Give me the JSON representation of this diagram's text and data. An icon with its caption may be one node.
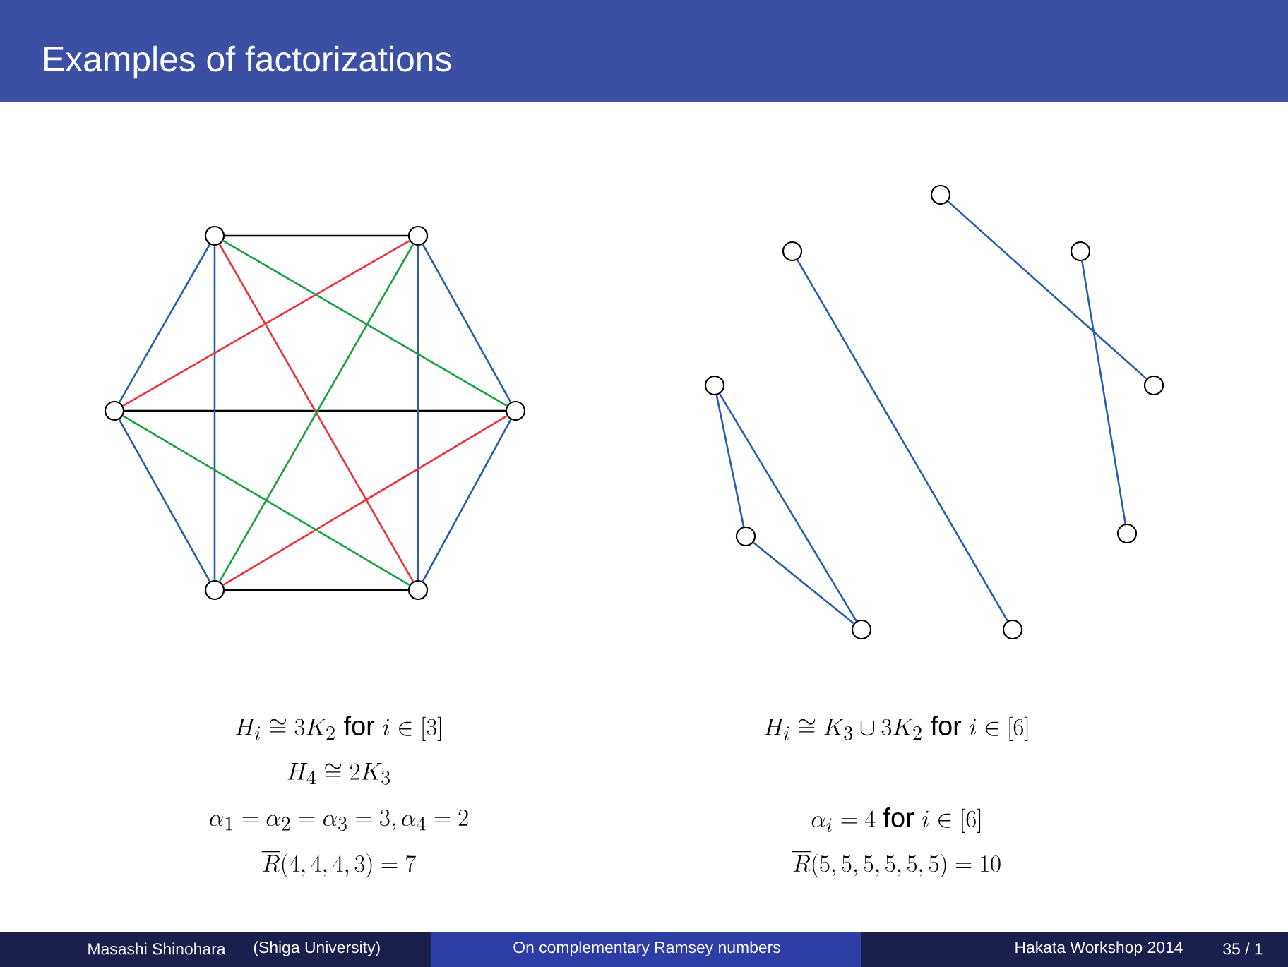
{
  "diagram": {
    "title": "Examples of factorizations",
    "nodes": [
      {
        "text": [],
        "shape": "circle"
      },
      {
        "text": [],
        "shape": "circle"
      },
      {
        "text": [],
        "shape": "circle"
      },
      {
        "text": [],
        "shape": "circle"
      },
      {
        "text": [],
        "shape": "circle"
      },
      {
        "text": [],
        "shape": "circle"
      },
      {
        "text": [],
        "shape": "circle"
      },
      {
        "text": [],
        "shape": "circle"
      },
      {
        "text": [],
        "shape": "circle"
      },
      {
        "text": [],
        "shape": "circle"
      },
      {
        "text": [],
        "shape": "circle"
      },
      {
        "text": [],
        "shape": "circle"
      },
      {
        "text": [],
        "shape": "circle"
      },
      {
        "text": [],
        "shape": "circle"
      },
      {
        "text": [],
        "shape": "circle"
      }
    ],
    "edges": [
      {
        "from": 0,
        "to": 1,
        "arrow": "none",
        "color": "#000000"
      },
      {
        "from": 2,
        "to": 3,
        "arrow": "none",
        "color": "#000000"
      },
      {
        "from": 4,
        "to": 5,
        "arrow": "none",
        "color": "#000000"
      },
      {
        "from": 0,
        "to": 2,
        "arrow": "none"
      },
      {
        "from": 1,
        "to": 3,
        "arrow": "none"
      },
      {
        "from": 2,
        "to": 4,
        "arrow": "none"
      },
      {
        "from": 3,
        "to": 5,
        "arrow": "none"
      },
      {
        "from": 0,
        "to": 4,
        "arrow": "none"
      },
      {
        "from": 1,
        "to": 5,
        "arrow": "none"
      },
      {
        "from": 0,
        "to": 5,
        "arrow": "none",
        "color": "#e8323c"
      },
      {
        "from": 1,
        "to": 2,
        "arrow": "none",
        "color": "#e8323c"
      },
      {
        "from": 3,
        "to": 4,
        "arrow": "none",
        "color": "#e8323c"
      },
      {
        "from": 0,
        "to": 3,
        "arrow": "none",
        "color": "#1aa040"
      },
      {
        "from": 1,
        "to": 4,
        "arrow": "none",
        "color": "#1aa040"
      },
      {
        "from": 2,
        "to": 5,
        "arrow": "none",
        "color": "#1aa040"
      },
      {
        "from": 6,
        "to": 10,
        "arrow": "none"
      },
      {
        "from": 8,
        "to": 12,
        "arrow": "none"
      },
      {
        "from": 7,
        "to": 14,
        "arrow": "none"
      },
      {
        "from": 9,
        "to": 11,
        "arrow": "none"
      },
      {
        "from": 9,
        "to": 13,
        "arrow": "none"
      },
      {
        "from": 11,
        "to": 13,
        "arrow": "none"
      }
    ],
    "labels": [
      "H_i \\cong 3K_2 \\text{ for } i \\in [3]",
      "H_i \\cong K_3 \\cup 3K_2 \\text{ for } i \\in [6]",
      "H_4 \\cong 2K_3",
      "\\alpha_1 = \\alpha_2 = \\alpha_3 = 3, \\alpha_4 = 2",
      "\\alpha_i = 4 \\text{ for } i \\in [6]",
      "\\overline{R}(4,4,4,3) = 7",
      "\\overline{R}(5,5,5,5,5,5) = 10",
      "Masashi Shinohara",
      "(Shiga University)",
      "On complementary Ramsey numbers",
      "Hakata Workshop 2014",
      "35 / 1"
    ]
  }
}
